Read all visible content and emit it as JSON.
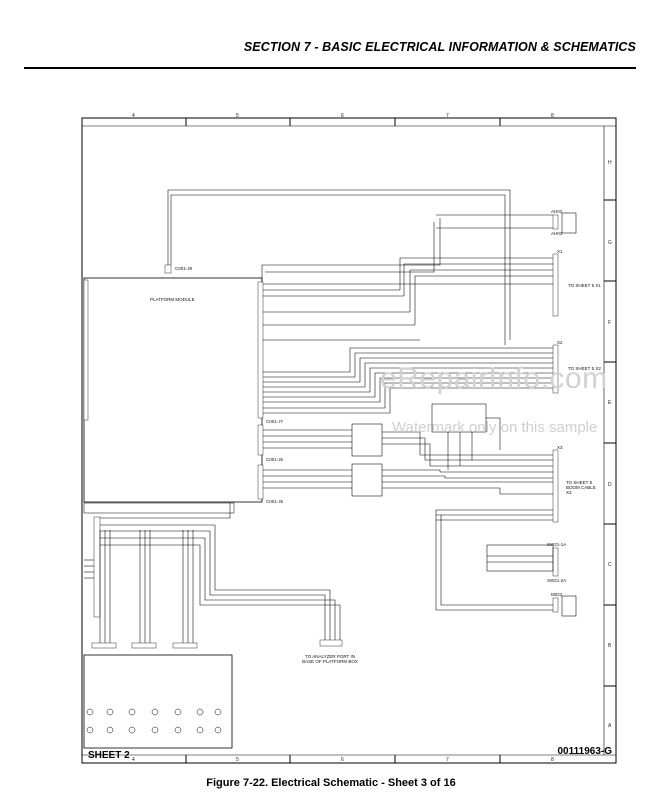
{
  "header": {
    "title": "SECTION 7 - BASIC ELECTRICAL INFORMATION & SCHEMATICS"
  },
  "frame": {
    "columns": [
      "4",
      "5",
      "6",
      "7",
      "8"
    ],
    "rows": [
      "H",
      "G",
      "F",
      "E",
      "D",
      "C",
      "B",
      "A"
    ]
  },
  "schematic": {
    "platform_module": "PLATFORM MODULE",
    "connectors": {
      "c001_j8": "C001-J8",
      "c001_j7": "C001-J7",
      "c001_j6": "C001-J6",
      "c001_j5": "C001-J5",
      "x1": "X1",
      "x2": "X2",
      "x3": "X3",
      "ah02": "AH02",
      "ah03": "AH03",
      "m022": "M022",
      "sw21_1a": "SW21-1A",
      "sw21_2a": "SW21-2A"
    },
    "notes": {
      "to_sheet_5_x1": "TO SHEET 5 X1",
      "to_sheet_5_x2": "TO SHEET 5 X2",
      "to_sheet_5_boom": "TO SHEET 5 BOOM CABLE X3",
      "to_analyzer": "TO ANALYZER PORT IN BASE OF PLATFORM BOX"
    },
    "sheet": "SHEET 2",
    "drawing_number": "00111963-G"
  },
  "watermark": {
    "main": "eRepairInfo.com",
    "sub": "Watermark only on this sample"
  },
  "caption": "Figure 7-22.  Electrical Schematic - Sheet 3 of 16"
}
